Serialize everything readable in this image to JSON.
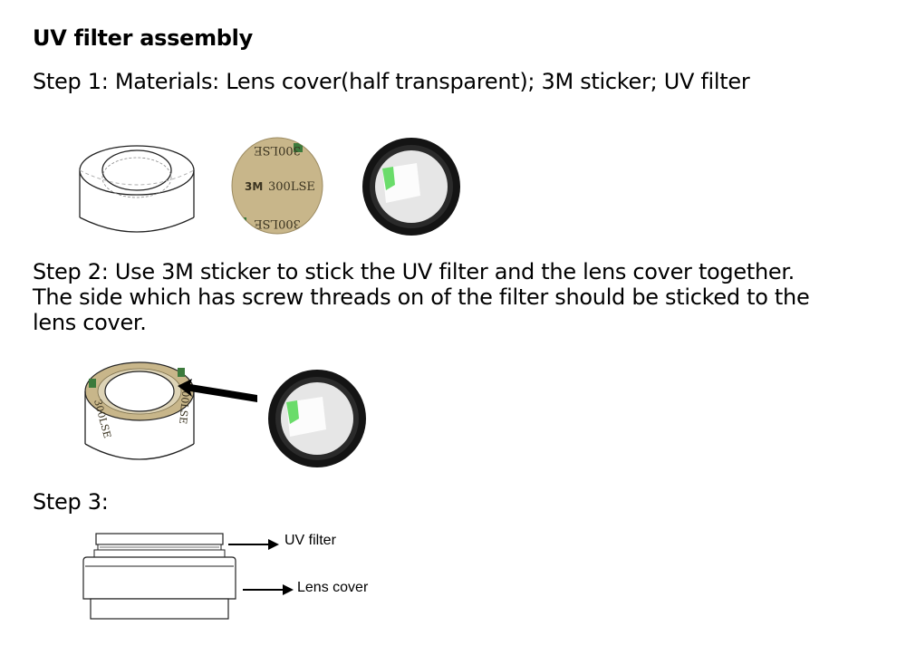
{
  "document": {
    "title": "UV filter assembly",
    "step1": "Step 1: Materials: Lens cover(half transparent); 3M sticker; UV filter",
    "step2_lines": [
      "Step 2: Use 3M sticker to stick the UV filter and the lens cover together.",
      "The side which has screw threads on of the filter should be sticked to the",
      "lens cover."
    ],
    "step3": "Step 3:"
  },
  "sticker": {
    "brand": "3M",
    "model": "300LSE",
    "mirrored_text": "300LSE"
  },
  "diagram_labels": {
    "uv_filter": "UV filter",
    "lens_cover": "Lens cover"
  },
  "colors": {
    "sticker_tan": "#c8b68a",
    "sticker_text": "#3a3320",
    "sticker_green": "#3c7a3c",
    "filter_ring": "#141414",
    "filter_glass": "#e6e6e6",
    "filter_reflection": "#5ad85a"
  }
}
